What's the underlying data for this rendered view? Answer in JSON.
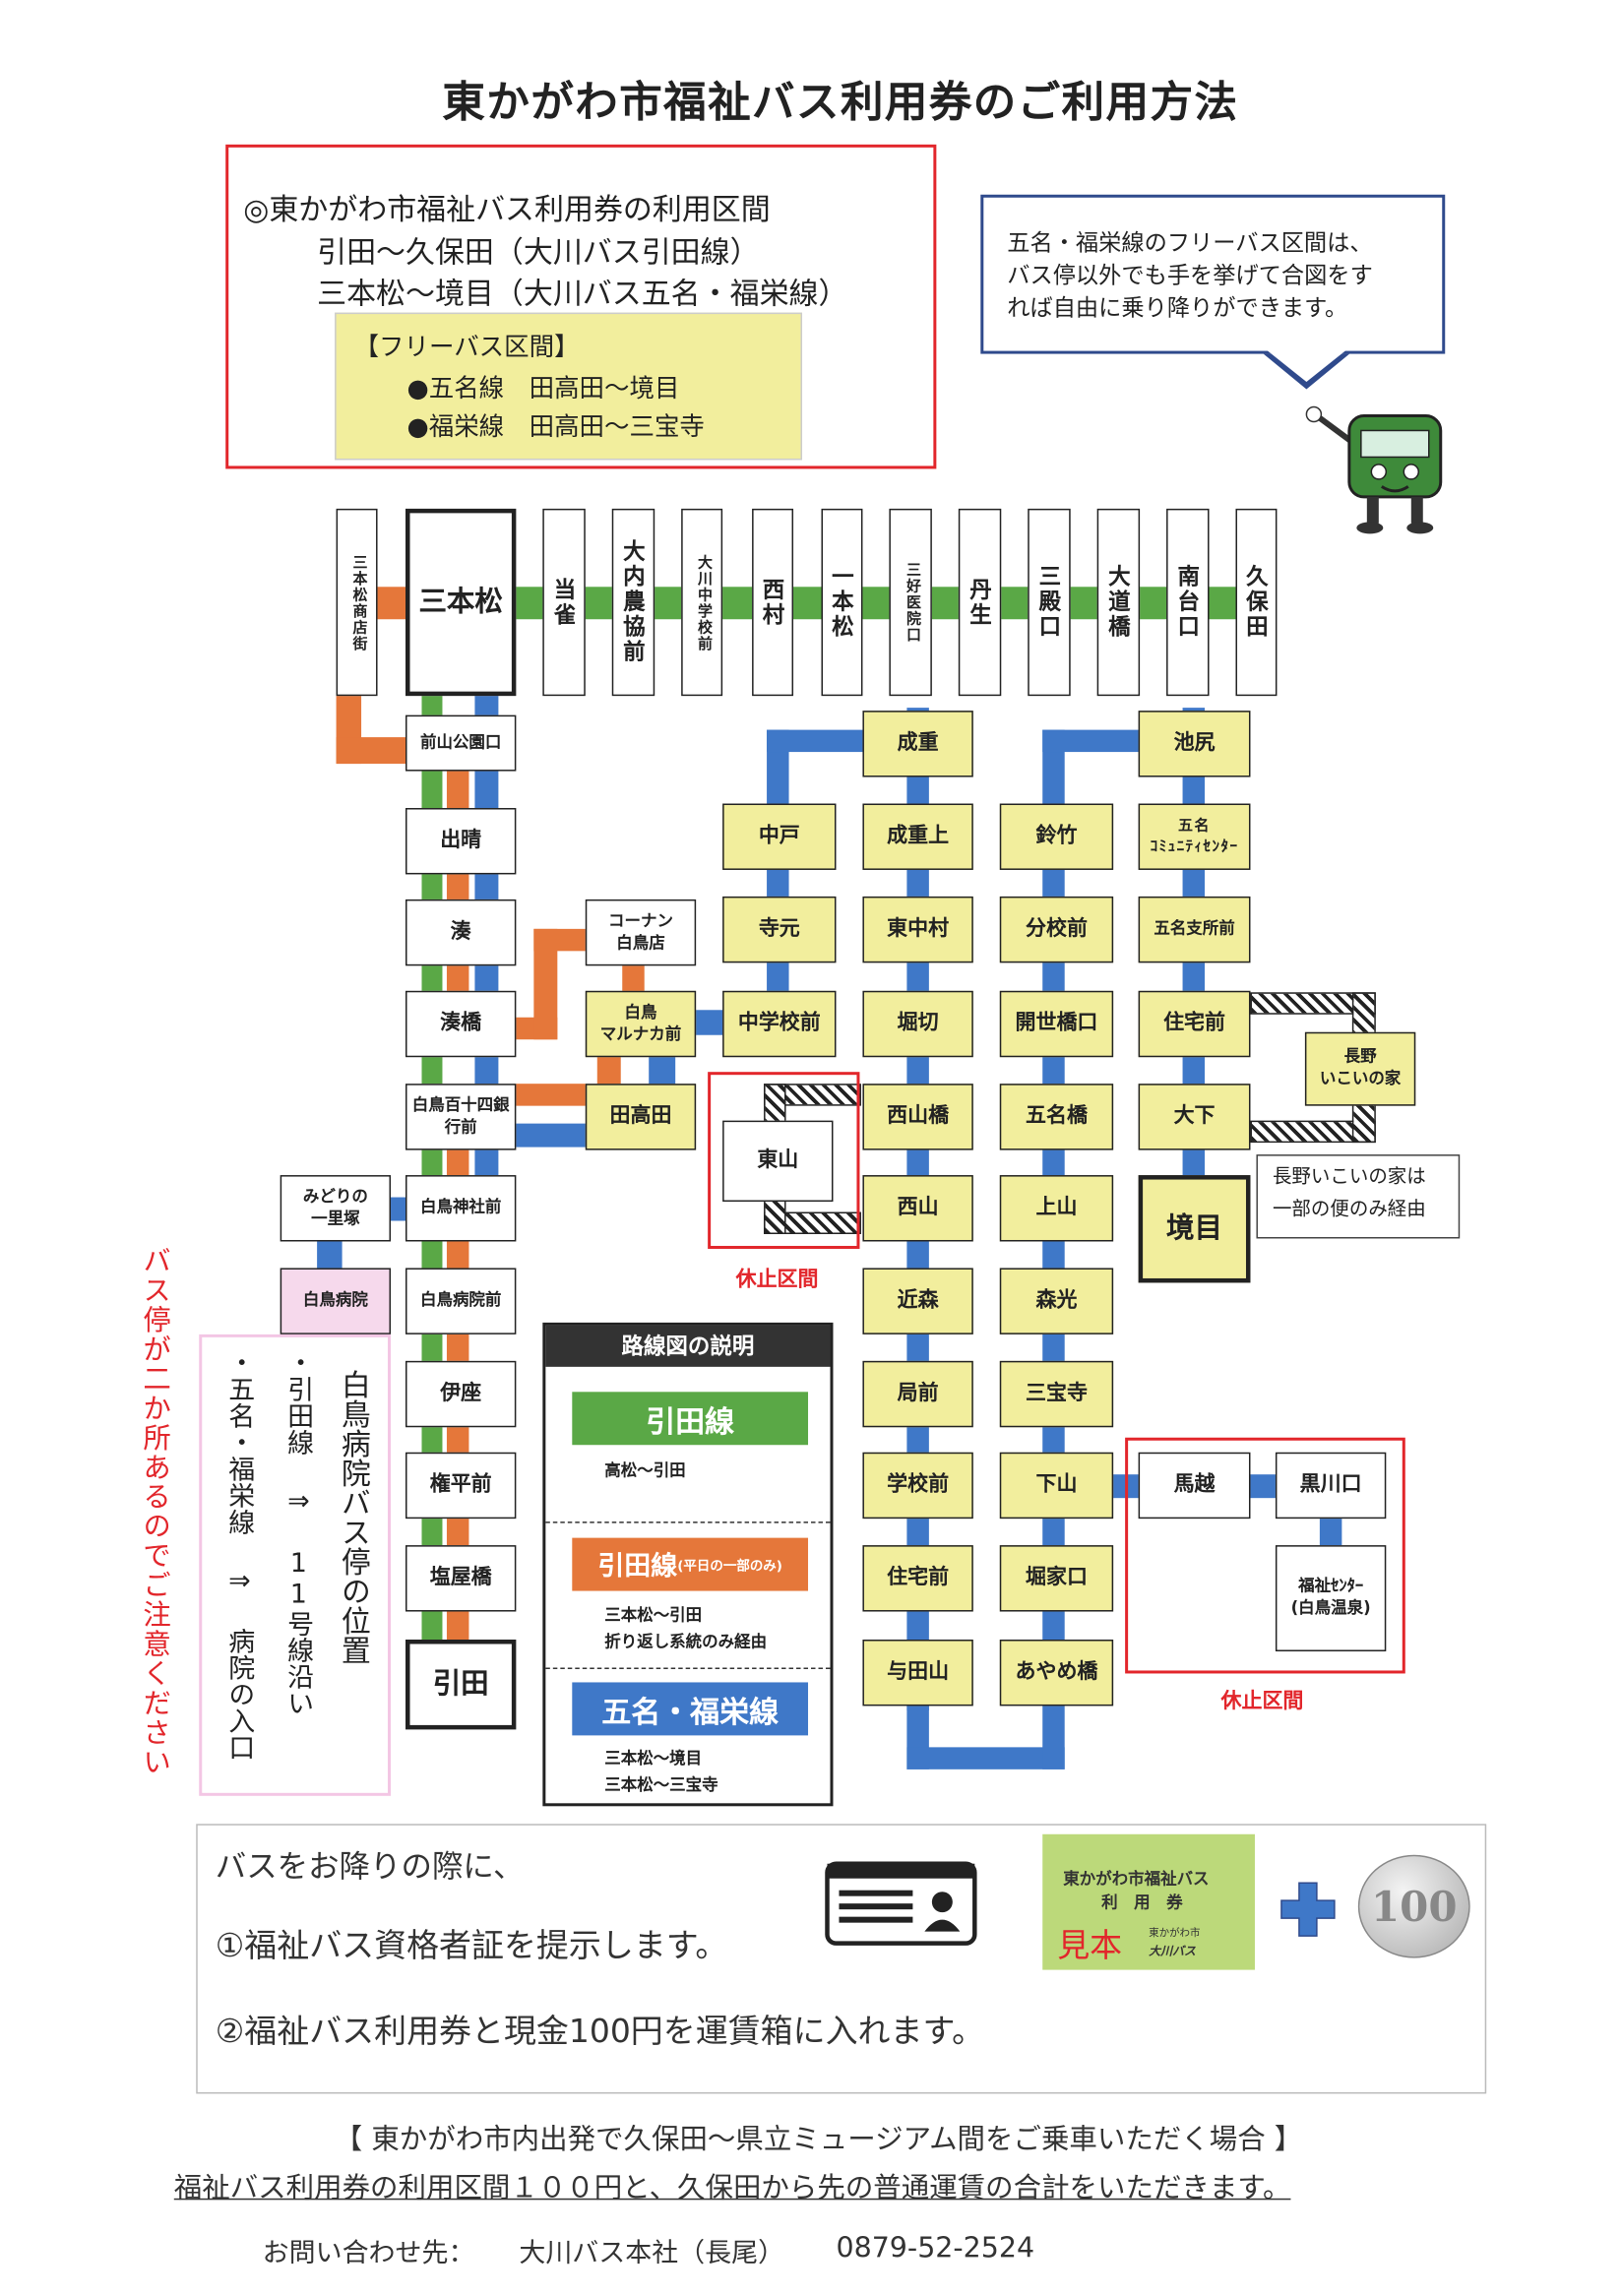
{
  "title": "東かがわ市福祉バス利用券のご利用方法",
  "usage_section": {
    "heading": "◎東かがわ市福祉バス利用券の利用区間",
    "route1": "引田～久保田（大川バス引田線）",
    "route2": "三本松～境目（大川バス五名・福栄線）",
    "free_title": "【フリーバス区間】",
    "free1": "●五名線　田高田～境目",
    "free2": "●福栄線　田高田～三宝寺"
  },
  "bubble": {
    "line1": "五名・福栄線のフリーバス区間は、",
    "line2": "バス停以外でも手を挙げて合図をす",
    "line3": "れば自由に乗り降りができます。"
  },
  "colors": {
    "green": "#5aa846",
    "orange": "#e5773a",
    "blue": "#3f78c8",
    "red": "#e2262b",
    "yellow": "#f2ee9d"
  },
  "routemap": {
    "stops": [
      {
        "label": "三本松商店街"
      },
      {
        "label": "三本松"
      },
      {
        "label": "当雀"
      },
      {
        "label": "大内農協前"
      },
      {
        "label": "大川中学校前"
      },
      {
        "label": "西村"
      },
      {
        "label": "一本松"
      },
      {
        "label": "三好医院口"
      },
      {
        "label": "丹生"
      },
      {
        "label": "三殿口"
      },
      {
        "label": "大道橋"
      },
      {
        "label": "南台口"
      },
      {
        "label": "久保田"
      },
      {
        "label": "前山公園口"
      },
      {
        "label": "出晴"
      },
      {
        "label": "湊"
      },
      {
        "label": "湊橋"
      },
      {
        "label": "白鳥百十四銀\n行前"
      },
      {
        "label": "白鳥神社前"
      },
      {
        "label": "白鳥病院前"
      },
      {
        "label": "伊座"
      },
      {
        "label": "権平前"
      },
      {
        "label": "塩屋橋"
      },
      {
        "label": "引田"
      },
      {
        "label": "みどりの\n一里塚"
      },
      {
        "label": "白鳥病院"
      },
      {
        "label": "コーナン\n白鳥店"
      },
      {
        "label": "白鳥\nマルナカ前"
      },
      {
        "label": "田高田"
      },
      {
        "label": "中戸"
      },
      {
        "label": "寺元"
      },
      {
        "label": "中学校前"
      },
      {
        "label": "東山"
      },
      {
        "label": "成重"
      },
      {
        "label": "成重上"
      },
      {
        "label": "東中村"
      },
      {
        "label": "堀切"
      },
      {
        "label": "西山橋"
      },
      {
        "label": "西山"
      },
      {
        "label": "近森"
      },
      {
        "label": "局前"
      },
      {
        "label": "学校前"
      },
      {
        "label": "住宅前"
      },
      {
        "label": "与田山"
      },
      {
        "label": "鈴竹"
      },
      {
        "label": "分校前"
      },
      {
        "label": "開世橋口"
      },
      {
        "label": "五名橋"
      },
      {
        "label": "上山"
      },
      {
        "label": "森光"
      },
      {
        "label": "三宝寺"
      },
      {
        "label": "下山"
      },
      {
        "label": "堀家口"
      },
      {
        "label": "あやめ橋"
      },
      {
        "label": "池尻"
      },
      {
        "label": "五名\nｺﾐｭﾆﾃｨｾﾝﾀｰ"
      },
      {
        "label": "五名支所前"
      },
      {
        "label": "住宅前"
      },
      {
        "label": "大下"
      },
      {
        "label": "境目"
      },
      {
        "label": "長野\nいこいの家"
      },
      {
        "label": "馬越"
      },
      {
        "label": "黒川口"
      },
      {
        "label": "福祉ｾﾝﾀｰ\n(白鳥温泉)"
      }
    ],
    "suspended_label_1": "休止区間",
    "suspended_label_2": "休止区間",
    "nagano_note_1": "長野いこいの家は",
    "nagano_note_2": "一部の便のみ経由",
    "hospital_note_title": "白鳥病院バス停の位置",
    "hospital_note_1": "・引田線 ⇒ 11号線沿い",
    "hospital_note_2": "・五名・福栄線 ⇒ 病院の入口",
    "side_warning": "バス停が二か所あるのでご注意ください"
  },
  "legend": {
    "heading": "路線図の説明",
    "items": [
      {
        "name": "引田線",
        "sub": "",
        "desc": "高松～引田"
      },
      {
        "name": "引田線",
        "sub": "(平日の一部のみ)",
        "desc": "三本松～引田\n折り返し系統のみ経由"
      },
      {
        "name": "五名・福栄線",
        "sub": "",
        "desc": "三本松～境目\n三本松～三宝寺"
      }
    ]
  },
  "instructions": {
    "intro": "バスをお降りの際に、",
    "step1": "①福祉バス資格者証を提示します。",
    "step2": "②福祉バス利用券と現金100円を運賃箱に入れます。",
    "ticket_line1": "東かがわ市福祉バス",
    "ticket_line2": "利　用　券",
    "ticket_sample": "見本",
    "ticket_issuer1": "東かがわ市",
    "ticket_issuer2": "大川バス",
    "coin_value": "100"
  },
  "footer": {
    "notice_heading": "【 東かがわ市内出発で久保田～県立ミュージアム間をご乗車いただく場合 】",
    "notice_body": "福祉バス利用券の利用区間１００円と、久保田から先の普通運賃の合計をいただきます。",
    "contact_label": "お問い合わせ先：",
    "contact_name": "大川バス本社（長尾）",
    "contact_phone": "0879-52-2524"
  }
}
